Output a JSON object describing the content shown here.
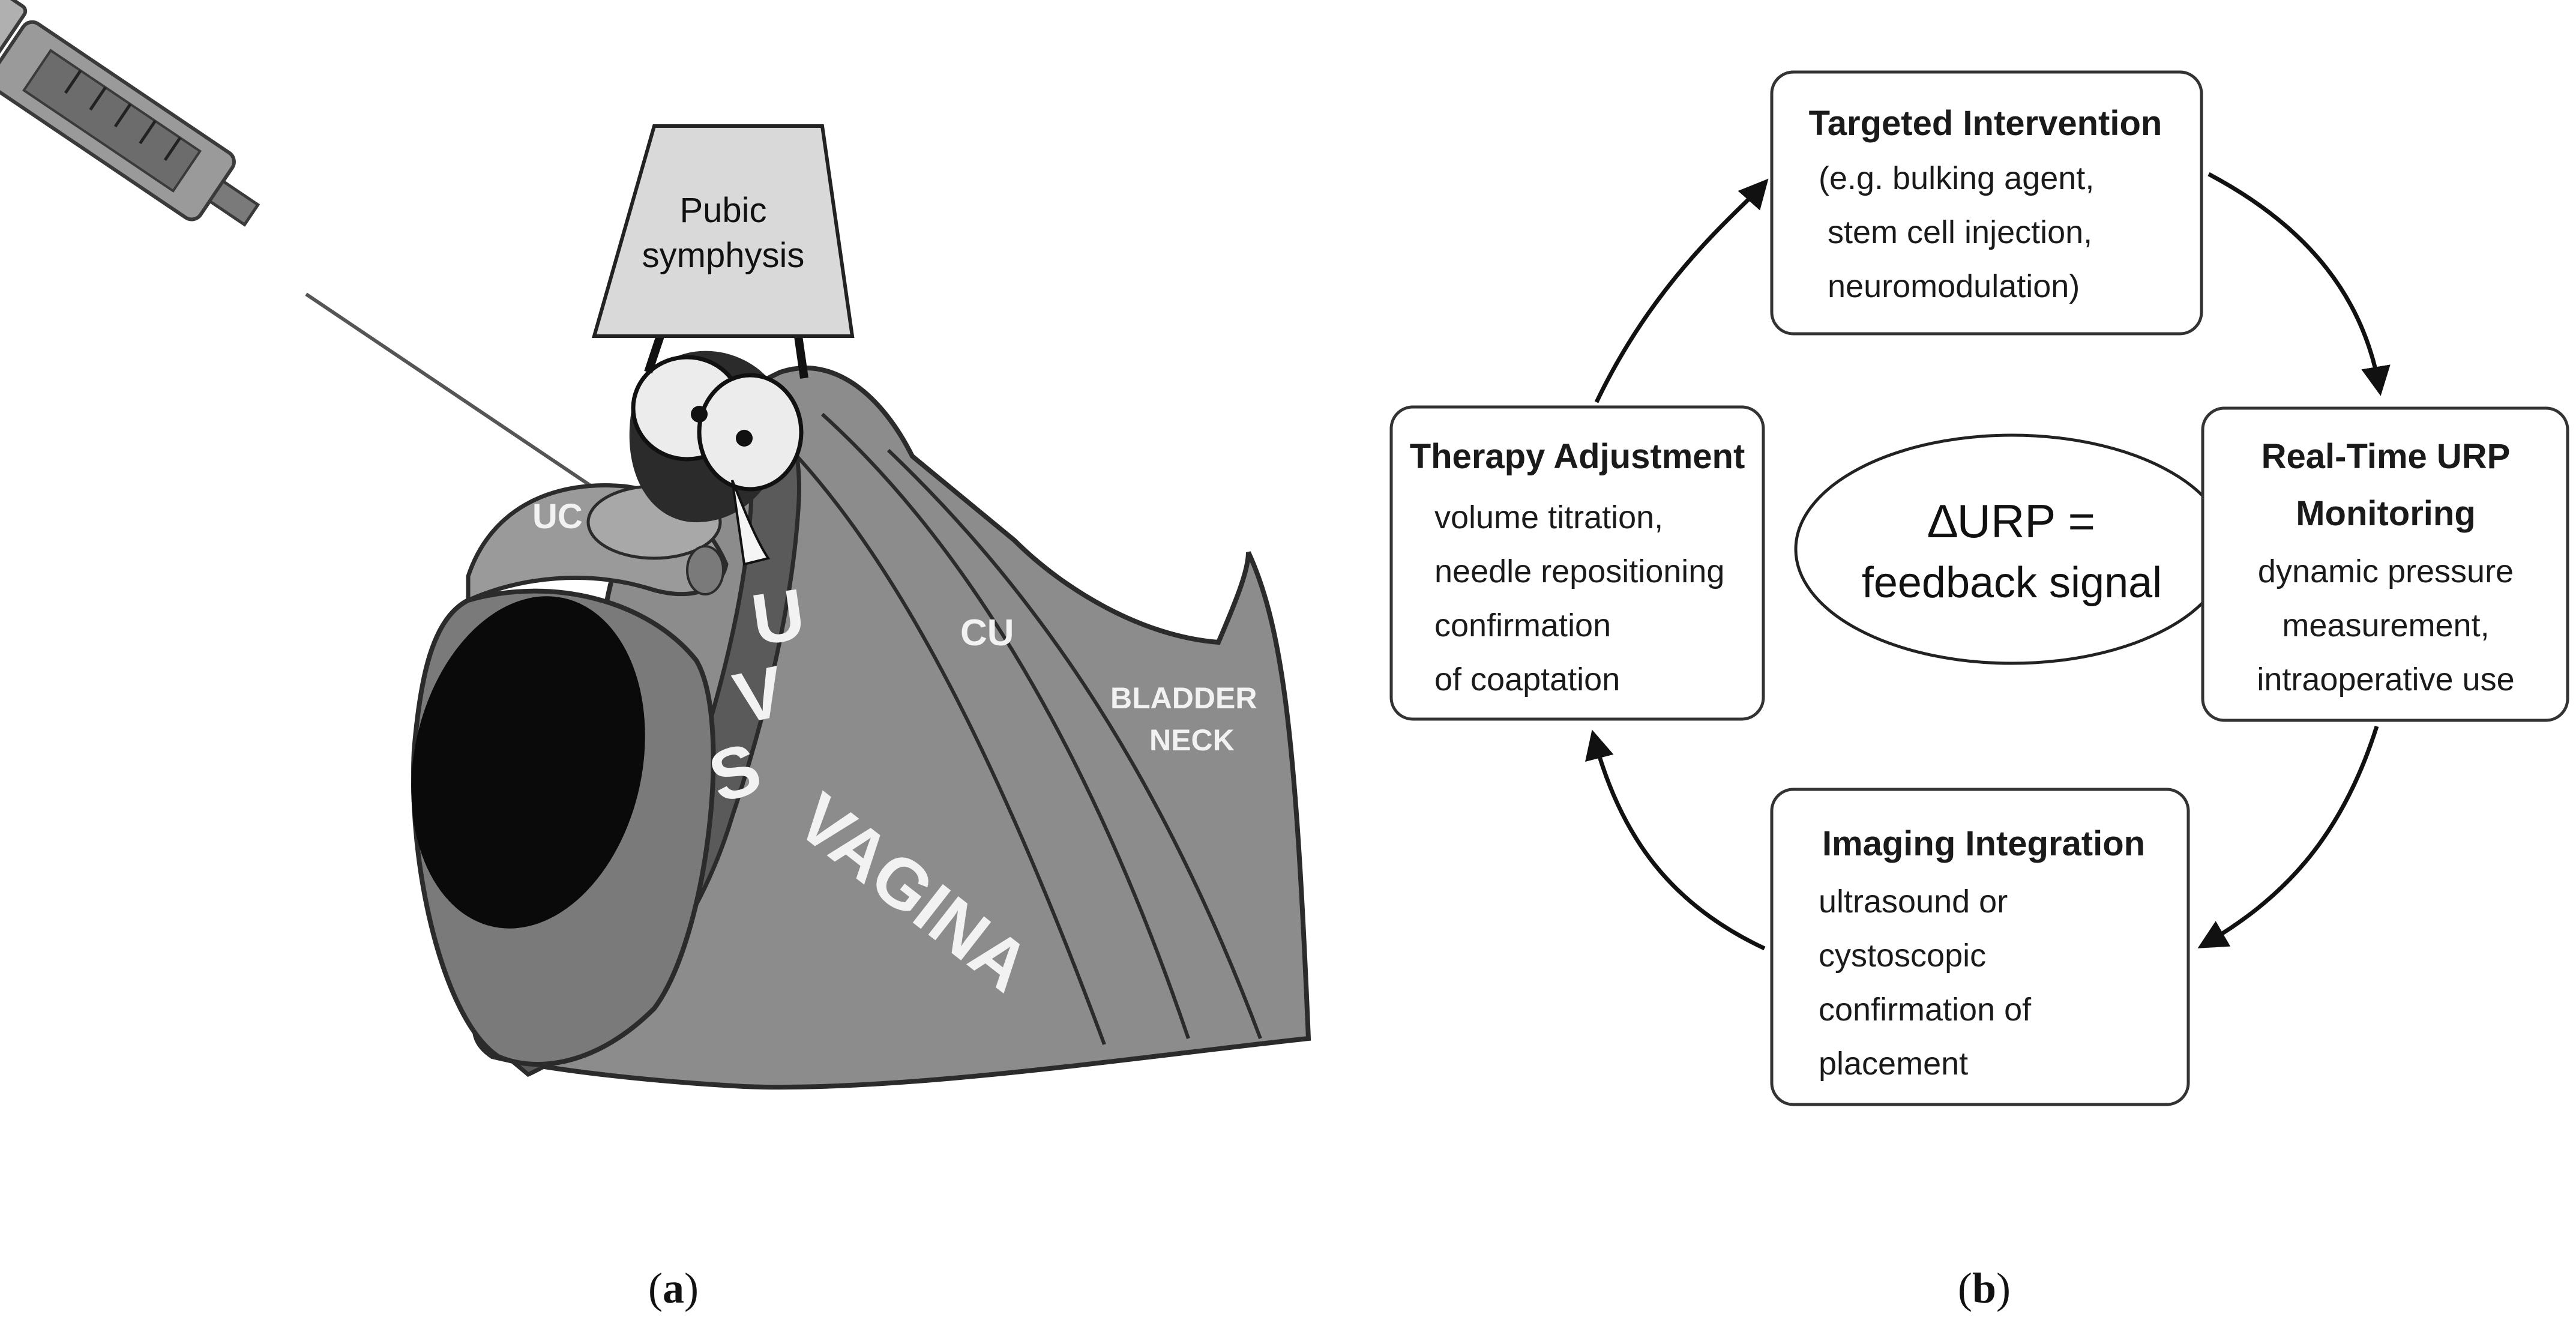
{
  "panel_a": {
    "caption_open": "(",
    "caption_letter": "a",
    "caption_close": ")",
    "labels": {
      "pubic_symphysis_line1": "Pubic",
      "pubic_symphysis_line2": "symphysis",
      "uc": "UC",
      "cu": "CU",
      "bladder_neck_line1": "BLADDER",
      "bladder_neck_line2": "NECK",
      "uvs_u": "U",
      "uvs_v": "V",
      "uvs_s": "S",
      "vagina": "VAGINA"
    }
  },
  "panel_b": {
    "caption_open": "(",
    "caption_letter": "b",
    "caption_close": ")",
    "center": {
      "line1": "∆URP =",
      "line2": "feedback signal"
    },
    "boxes": {
      "targeted": {
        "title": "Targeted Intervention",
        "lines": [
          "(e.g. bulking agent,",
          "stem cell injection,",
          "neuromodulation)"
        ]
      },
      "monitoring": {
        "title_line1": "Real-Time URP",
        "title_line2": "Monitoring",
        "lines": [
          "dynamic pressure",
          "measurement,",
          "intraoperative use"
        ]
      },
      "imaging": {
        "title": "Imaging Integration",
        "lines": [
          "ultrasound or",
          "cystoscopic",
          "confirmation of",
          "placement"
        ]
      },
      "therapy": {
        "title": "Therapy Adjustment",
        "lines": [
          "volume titration,",
          "needle repositioning",
          "confirmation",
          "of coaptation"
        ]
      }
    }
  },
  "colors": {
    "tissue_dark": "#6e6e6e",
    "tissue_mid": "#8a8a8a",
    "tissue_light": "#a8a8a8",
    "band": "#5a5a5a",
    "outline": "#2b2b2b",
    "box_border": "#333333"
  }
}
